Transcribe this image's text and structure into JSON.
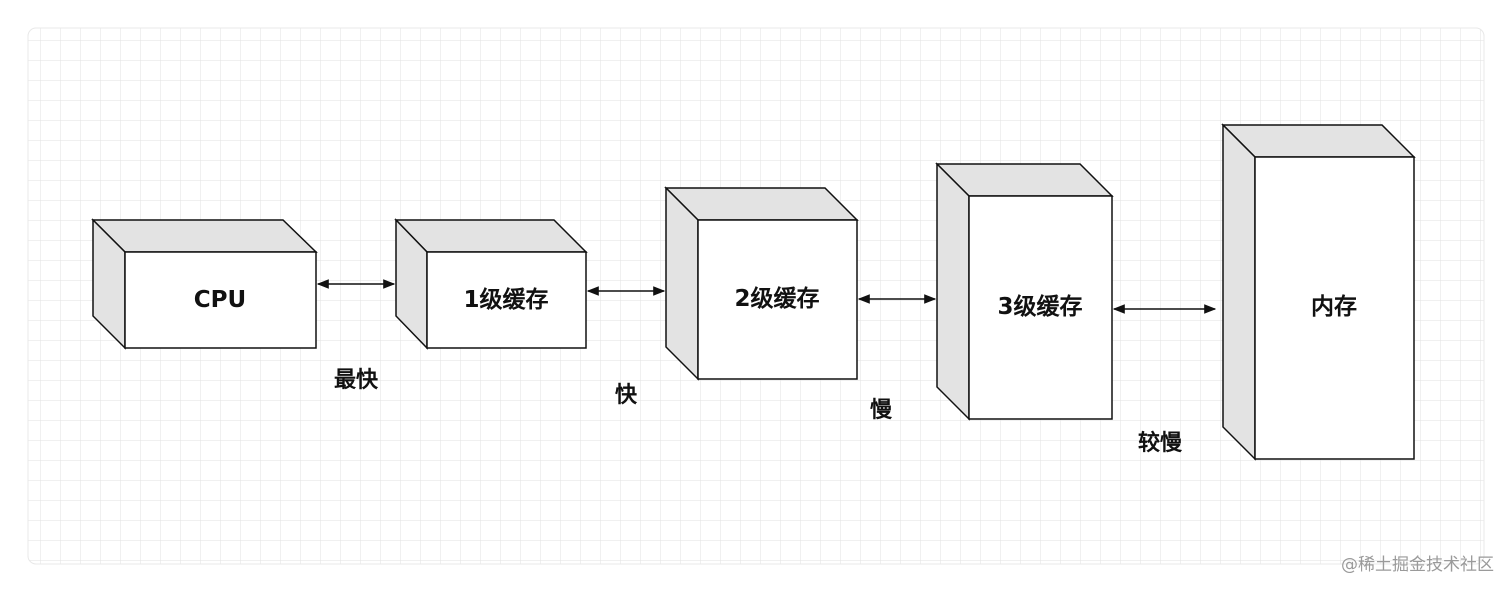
{
  "nodes": [
    {
      "id": "cpu",
      "label": "CPU"
    },
    {
      "id": "l1",
      "label": "1级缓存"
    },
    {
      "id": "l2",
      "label": "2级缓存"
    },
    {
      "id": "l3",
      "label": "3级缓存"
    },
    {
      "id": "mem",
      "label": "内存"
    }
  ],
  "links": [
    {
      "from": "cpu",
      "to": "l1",
      "label": "最快"
    },
    {
      "from": "l1",
      "to": "l2",
      "label": "快"
    },
    {
      "from": "l2",
      "to": "l3",
      "label": "慢"
    },
    {
      "from": "l3",
      "to": "mem",
      "label": "较慢"
    }
  ],
  "watermark": "@稀土掘金技术社区",
  "colors": {
    "grid": "#e2e2e2",
    "box_face": "#ffffff",
    "box_side": "#e3e3e3",
    "stroke": "#111111"
  }
}
